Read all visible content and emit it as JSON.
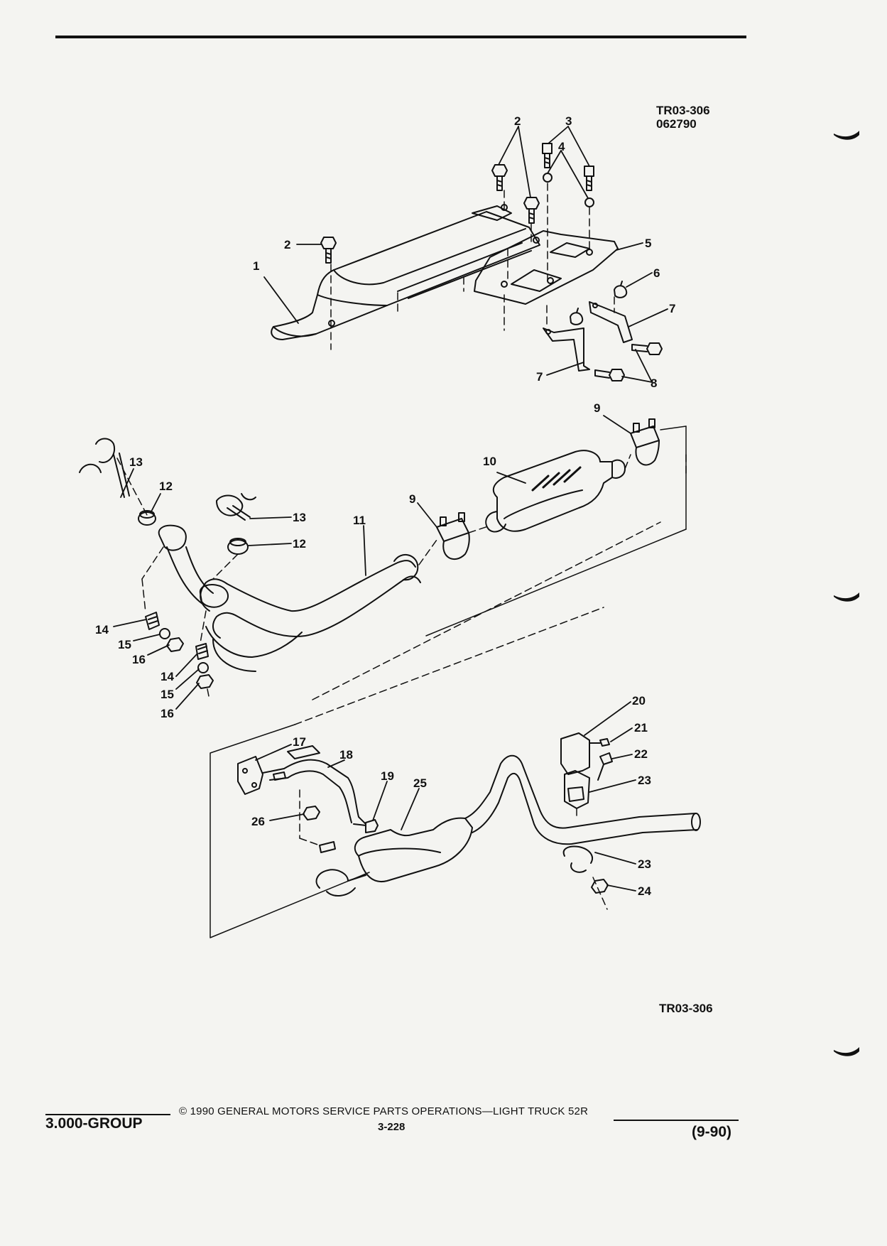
{
  "figure": {
    "code": "TR03-306",
    "date_code": "062790",
    "code_bottom": "TR03-306"
  },
  "callouts": {
    "c1": "1",
    "c2a": "2",
    "c2b": "2",
    "c3": "3",
    "c4": "4",
    "c5": "5",
    "c6": "6",
    "c7a": "7",
    "c7b": "7",
    "c8": "8",
    "c9a": "9",
    "c9b": "9",
    "c10": "10",
    "c11": "11",
    "c12a": "12",
    "c12b": "12",
    "c13a": "13",
    "c13b": "13",
    "c14a": "14",
    "c14b": "14",
    "c15a": "15",
    "c15b": "15",
    "c16a": "16",
    "c16b": "16",
    "c17": "17",
    "c18": "18",
    "c19": "19",
    "c20": "20",
    "c21": "21",
    "c22": "22",
    "c23a": "23",
    "c23b": "23",
    "c24": "24",
    "c25": "25",
    "c26": "26"
  },
  "footer": {
    "group": "3.000-GROUP",
    "copyright": "© 1990 GENERAL MOTORS SERVICE PARTS OPERATIONS—LIGHT TRUCK 52R",
    "page_number": "3-228",
    "date": "(9-90)"
  }
}
